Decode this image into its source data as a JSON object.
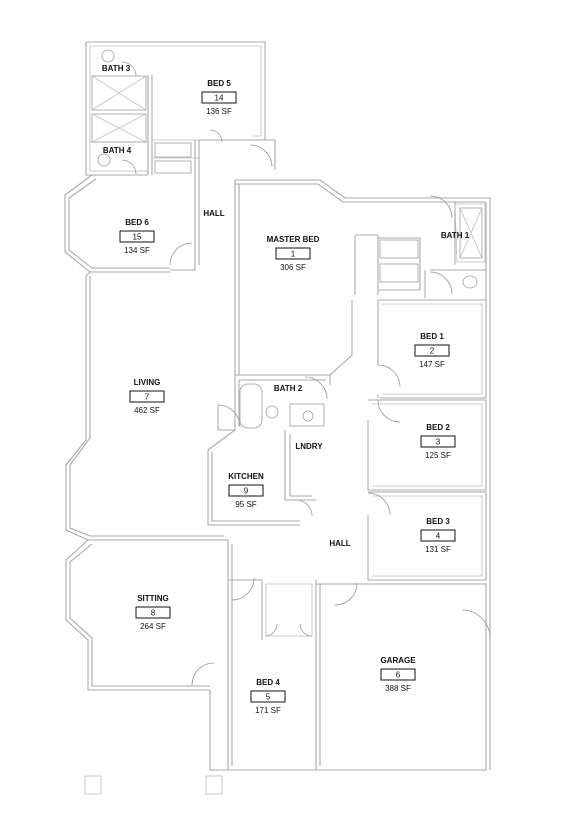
{
  "rooms": [
    {
      "id": "bed5",
      "name": "BED 5",
      "number": "14",
      "area": "136 SF"
    },
    {
      "id": "bed6",
      "name": "BED 6",
      "number": "15",
      "area": "134 SF"
    },
    {
      "id": "master-bed",
      "name": "MASTER BED",
      "number": "1",
      "area": "306 SF"
    },
    {
      "id": "bed1",
      "name": "BED 1",
      "number": "2",
      "area": "147 SF"
    },
    {
      "id": "bed2",
      "name": "BED 2",
      "number": "3",
      "area": "125 SF"
    },
    {
      "id": "bed3",
      "name": "BED 3",
      "number": "4",
      "area": "131 SF"
    },
    {
      "id": "living",
      "name": "LIVING",
      "number": "7",
      "area": "462 SF"
    },
    {
      "id": "kitchen",
      "name": "KITCHEN",
      "number": "9",
      "area": "95 SF"
    },
    {
      "id": "sitting",
      "name": "SITTING",
      "number": "8",
      "area": "264 SF"
    },
    {
      "id": "bed4",
      "name": "BED 4",
      "number": "5",
      "area": "171 SF"
    },
    {
      "id": "garage",
      "name": "GARAGE",
      "number": "6",
      "area": "388 SF"
    }
  ],
  "labels": {
    "bath3": "BATH 3",
    "bath4": "BATH 4",
    "bath1": "BATH 1",
    "bath2": "BATH 2",
    "hall_upper": "HALL",
    "hall_lower": "HALL",
    "laundry": "LNDRY"
  },
  "colors": {
    "walls": "#a9a9a9",
    "text": "#111111",
    "background": "#ffffff"
  }
}
